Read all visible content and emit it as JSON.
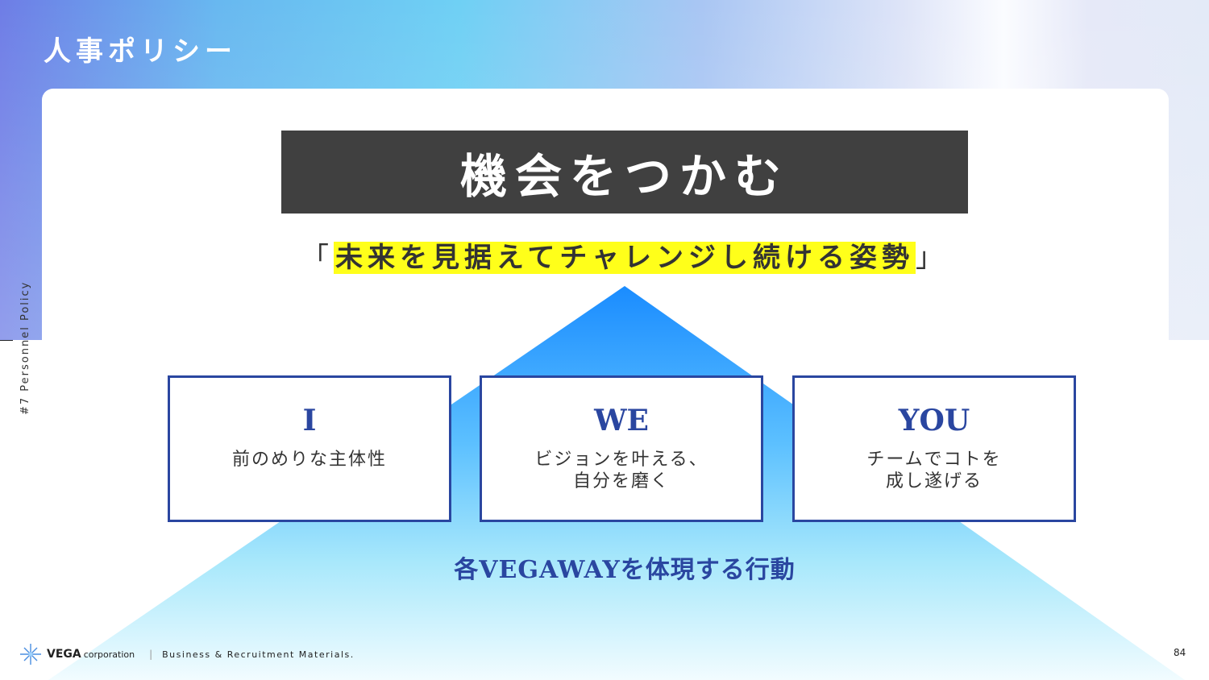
{
  "header": {
    "title": "人事ポリシー",
    "side_label": "#7 Personnel Policy"
  },
  "headline": "機会をつかむ",
  "subtitle": {
    "open": "「",
    "text": "未来を見据えてチャレンジし続ける姿勢",
    "close": "」"
  },
  "pillars": [
    {
      "label": "I",
      "desc1": "前のめりな主体性",
      "desc2": ""
    },
    {
      "label": "WE",
      "desc1": "ビジョンを叶える、",
      "desc2": "自分を磨く"
    },
    {
      "label": "YOU",
      "desc1": "チームでコトを",
      "desc2": "成し遂げる"
    }
  ],
  "caption": {
    "pre": "各",
    "latin": "VEGAWAY",
    "post": "を体現する行動"
  },
  "footer": {
    "brand": "VEGA",
    "corp": "corporation",
    "separator": "|",
    "materials": "Business & Recruitment Materials.",
    "page": "84"
  },
  "colors": {
    "accent": "#2a46a0",
    "highlight": "#ffff1a",
    "headbox": "#404040",
    "pyramid_top": "#1a8cff",
    "pyramid_bottom": "#e9fbff"
  }
}
